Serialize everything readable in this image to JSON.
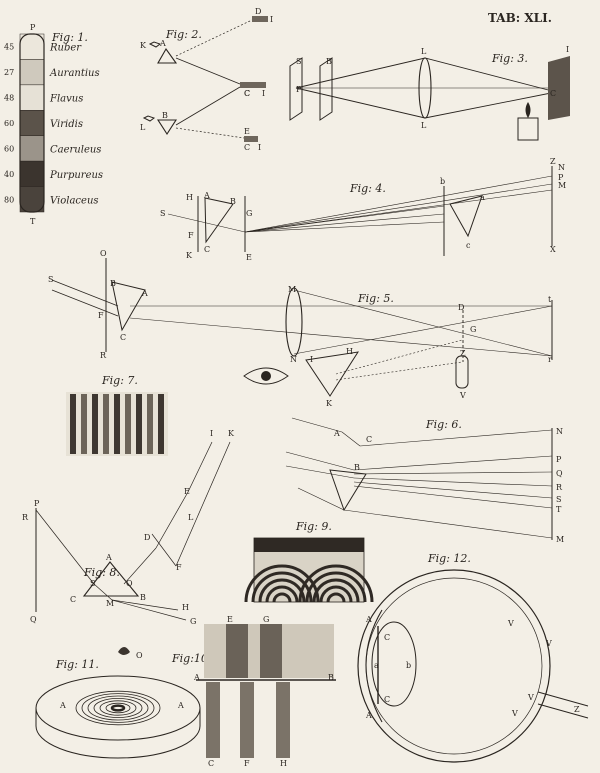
{
  "plate": {
    "tab_label": "TAB: XLI."
  },
  "fig1": {
    "title": "Fig: 1.",
    "top_label": "P",
    "bottom_label": "T",
    "bands": [
      {
        "num": "45",
        "name": "Ruber",
        "color": "#ece7dc"
      },
      {
        "num": "27",
        "name": "Aurantius",
        "color": "#cfc9bd"
      },
      {
        "num": "48",
        "name": "Flavus",
        "color": "#e6e1d6"
      },
      {
        "num": "60",
        "name": "Viridis",
        "color": "#5b534a"
      },
      {
        "num": "60",
        "name": "Caeruleus",
        "color": "#9b948a"
      },
      {
        "num": "40",
        "name": "Purpureus",
        "color": "#3b342e"
      },
      {
        "num": "80",
        "name": "Violaceus",
        "color": "#4a433c"
      }
    ]
  },
  "fig2": {
    "title": "Fig: 2.",
    "labels": [
      "K",
      "A",
      "L",
      "B",
      "D",
      "I",
      "C",
      "C",
      "I",
      "E",
      "C",
      "I"
    ]
  },
  "fig3": {
    "title": "Fig: 3.",
    "labels": [
      "S",
      "B",
      "P",
      "L",
      "L",
      "C",
      "I"
    ]
  },
  "fig4": {
    "title": "Fig: 4.",
    "labels": [
      "H",
      "A",
      "B",
      "S",
      "F",
      "C",
      "G",
      "K",
      "E",
      "b",
      "a",
      "c",
      "Z",
      "N",
      "P",
      "M",
      "X"
    ]
  },
  "fig5": {
    "title": "Fig: 5.",
    "labels": [
      "O",
      "S",
      "B",
      "A",
      "F",
      "C",
      "R",
      "M",
      "N",
      "D",
      "G",
      "t",
      "r",
      "H",
      "I",
      "K",
      "Z",
      "V"
    ]
  },
  "fig6": {
    "title": "Fig: 6.",
    "labels": [
      "A",
      "C",
      "N",
      "B",
      "P",
      "Q",
      "R",
      "S",
      "T",
      "M"
    ]
  },
  "fig7": {
    "title": "Fig: 7."
  },
  "fig8": {
    "title": "Fig: 8.",
    "labels": [
      "I",
      "K",
      "E",
      "L",
      "D",
      "F",
      "R",
      "P",
      "A",
      "S",
      "O",
      "C",
      "B",
      "M",
      "H",
      "G",
      "Q"
    ]
  },
  "fig9": {
    "title": "Fig: 9."
  },
  "fig10": {
    "title": "Fig:10.",
    "labels": [
      "E",
      "G",
      "A",
      "B",
      "C",
      "F",
      "H"
    ]
  },
  "fig11": {
    "title": "Fig: 11.",
    "labels": [
      "O",
      "A",
      "A"
    ]
  },
  "fig12": {
    "title": "Fig: 12.",
    "labels": [
      "A",
      "A",
      "C",
      "C",
      "a",
      "b",
      "V",
      "V",
      "V",
      "V",
      "Z"
    ]
  }
}
